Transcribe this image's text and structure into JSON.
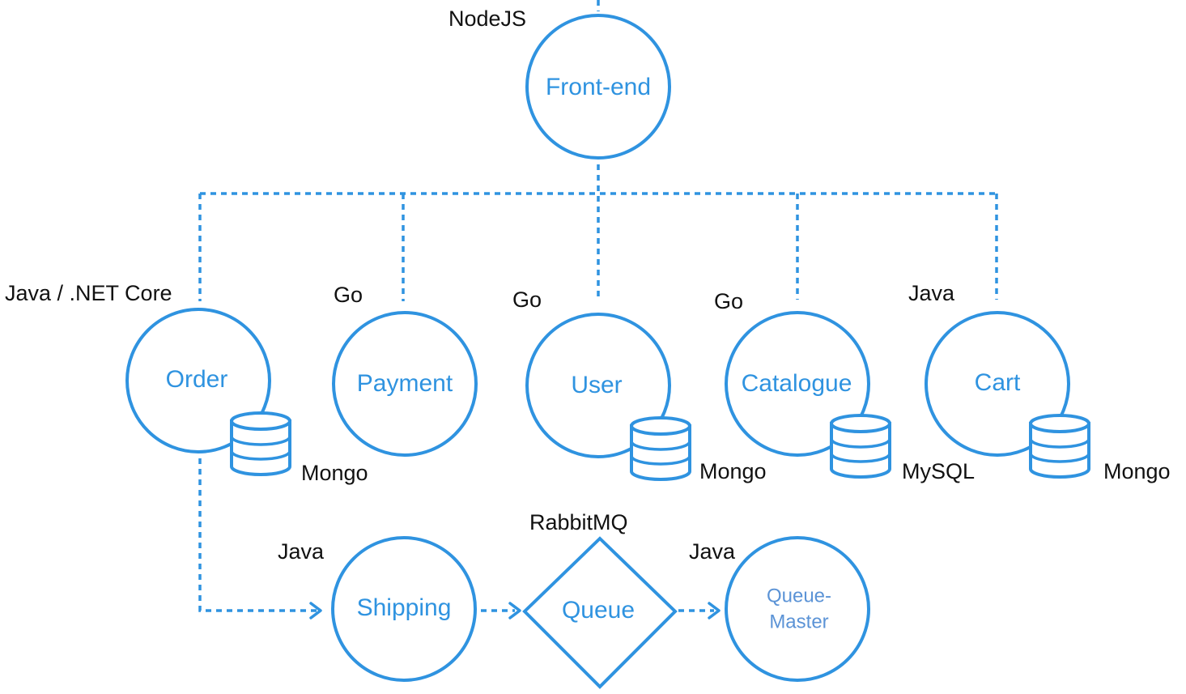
{
  "colors": {
    "accent": "#2f93e0",
    "text": "#111111",
    "queue_master_text": "#5b93d6"
  },
  "services": {
    "frontend": {
      "name": "Front-end",
      "tech": "NodeJS"
    },
    "order": {
      "name": "Order",
      "tech": "Java / .NET Core",
      "db": "Mongo"
    },
    "payment": {
      "name": "Payment",
      "tech": "Go"
    },
    "user": {
      "name": "User",
      "tech": "Go",
      "db": "Mongo"
    },
    "catalogue": {
      "name": "Catalogue",
      "tech": "Go",
      "db": "MySQL"
    },
    "cart": {
      "name": "Cart",
      "tech": "Java",
      "db": "Mongo"
    },
    "shipping": {
      "name": "Shipping",
      "tech": "Java"
    },
    "queue": {
      "name": "Queue",
      "tech": "RabbitMQ"
    },
    "queue_master": {
      "name_line1": "Queue-",
      "name_line2": "Master",
      "tech": "Java"
    }
  },
  "icons": {
    "database": "database-icon"
  }
}
